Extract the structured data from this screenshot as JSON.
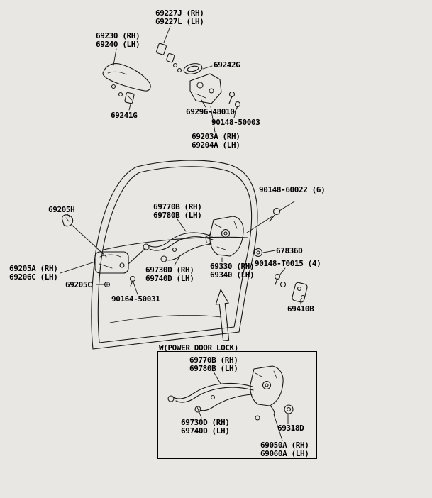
{
  "page": {
    "background": "#e9e7e4",
    "ink": "#000000"
  },
  "box_title": "W(POWER DOOR LOCK)",
  "labels": [
    {
      "id": "69227",
      "lines": [
        "69227J (RH)",
        "69227L (LH)"
      ]
    },
    {
      "id": "69230",
      "lines": [
        "69230 (RH)",
        "69240 (LH)"
      ]
    },
    {
      "id": "69242G",
      "lines": [
        "69242G"
      ]
    },
    {
      "id": "69296-48010",
      "lines": [
        "69296-48010"
      ]
    },
    {
      "id": "90148-50003",
      "lines": [
        "90148-50003"
      ]
    },
    {
      "id": "69203A",
      "lines": [
        "69203A (RH)",
        "69204A (LH)"
      ]
    },
    {
      "id": "69241G",
      "lines": [
        "69241G"
      ]
    },
    {
      "id": "90148-60022",
      "lines": [
        "90148-60022 (6)"
      ]
    },
    {
      "id": "69205H",
      "lines": [
        "69205H"
      ]
    },
    {
      "id": "69770B",
      "lines": [
        "69770B (RH)",
        "69780B (LH)"
      ]
    },
    {
      "id": "67836D",
      "lines": [
        "67836D"
      ]
    },
    {
      "id": "69205A",
      "lines": [
        "69205A (RH)",
        "69206C (LH)"
      ]
    },
    {
      "id": "90148-T0015",
      "lines": [
        "90148-T0015 (4)"
      ]
    },
    {
      "id": "69205C",
      "lines": [
        "69205C"
      ]
    },
    {
      "id": "69730D",
      "lines": [
        "69730D (RH)",
        "69740D (LH)"
      ]
    },
    {
      "id": "69330",
      "lines": [
        "69330 (RH)",
        "69340 (LH)"
      ]
    },
    {
      "id": "90164-50031",
      "lines": [
        "90164-50031"
      ]
    },
    {
      "id": "69410B",
      "lines": [
        "69410B"
      ]
    },
    {
      "id": "69770B-box",
      "lines": [
        "69770B (RH)",
        "69780B (LH)"
      ]
    },
    {
      "id": "69730D-box",
      "lines": [
        "69730D (RH)",
        "69740D (LH)"
      ]
    },
    {
      "id": "69318D",
      "lines": [
        "69318D"
      ]
    },
    {
      "id": "69050A",
      "lines": [
        "69050A (RH)",
        "69060A (LH)"
      ]
    }
  ]
}
